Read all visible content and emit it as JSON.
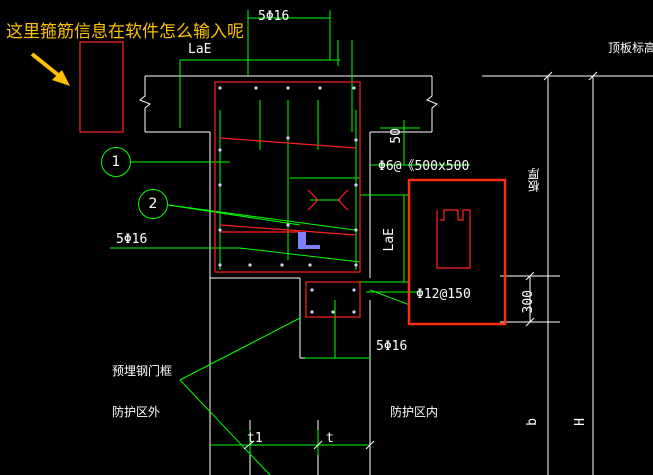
{
  "annotation": {
    "question": "这里箍筋信息在软件怎么输入呢",
    "color": "#ffc000"
  },
  "labels": {
    "top_rebar": "5Φ16",
    "lae_top": "LaE",
    "roof_elev": "顶板标高",
    "dim_50": "50",
    "stirrup_spec": "Φ6@《500x500",
    "thickness": "板厚",
    "lae_side": "LaE",
    "mid_rebar": "5Φ16",
    "small_stirrup": "Φ12@150",
    "dim_300": "300",
    "bottom_rebar": "5Φ16",
    "embedded_frame": "预埋钢门框",
    "outside_zone": "防护区外",
    "inside_zone": "防护区内",
    "dim_t1": "t1",
    "dim_t": "t",
    "dim_b": "b",
    "dim_H": "H"
  },
  "markers": {
    "one": "1",
    "two": "2"
  },
  "colors": {
    "background": "#000000",
    "rebar": "#ff2020",
    "leader": "#00ff00",
    "outline": "#ffffff",
    "highlight": "#ff3010"
  }
}
